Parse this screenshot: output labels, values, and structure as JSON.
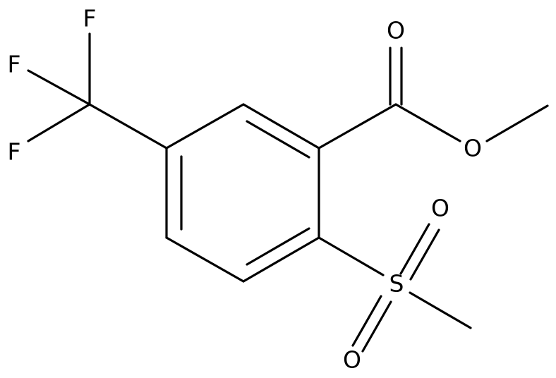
{
  "molecule": {
    "atoms": {
      "carbonyl_o": "O",
      "ester_o": "O",
      "sulfur": "S",
      "sulfonyl_o_top": "O",
      "sulfonyl_o_bottom": "O",
      "fluorine_top": "F",
      "fluorine_left": "F",
      "fluorine_bottom": "F"
    }
  }
}
